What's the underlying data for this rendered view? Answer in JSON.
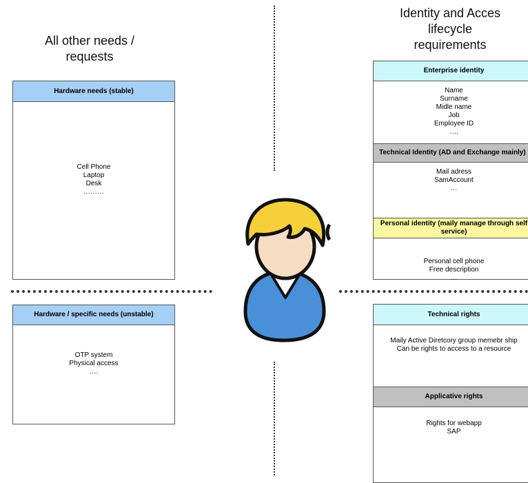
{
  "left_heading": [
    "All other needs /",
    "requests"
  ],
  "right_heading": [
    "Identity and Acces",
    "lifecycle",
    "requirements"
  ],
  "left_sections": [
    {
      "title": "Hardware needs (stable)",
      "header_color": "#a6cff5",
      "items": [
        "Cell Phone",
        "Laptop",
        "Desk",
        "………"
      ]
    },
    {
      "title": "Hardware / specific needs (unstable)",
      "header_color": "#a6cff5",
      "items": [
        "OTP system",
        "Physical access",
        "…."
      ]
    }
  ],
  "right_top": [
    {
      "title": "Enterprise identity",
      "header_color": "#ccf7fb",
      "items": [
        "Name",
        "Surname",
        "Midle name",
        "Job",
        "Employee ID",
        "…."
      ]
    },
    {
      "title": "Technical Identity (AD and Exchange mainly)",
      "header_color": "#c0c0c0",
      "items": [
        "Mail adress",
        "SamAccount",
        "…"
      ]
    },
    {
      "title": "Personal identity (maily manage through self service)",
      "header_color": "#fbf7a0",
      "items": [
        "Personal cell phone",
        "Free description",
        "…"
      ]
    }
  ],
  "right_bottom": [
    {
      "title": "Technical rights",
      "header_color": "#ccf7fb",
      "items": [
        "Maily Active Diretcory group memebr ship",
        "Can be rights to access to a resource"
      ]
    },
    {
      "title": "Applicative rights",
      "header_color": "#c0c0c0",
      "items": [
        "Rights for webapp",
        "SAP"
      ]
    }
  ],
  "person_icon": "user-avatar-icon",
  "colors": {
    "hair": "#f5d03a",
    "skin": "#f7dcc4",
    "shirt": "#4a90d9",
    "outline": "#111111"
  }
}
